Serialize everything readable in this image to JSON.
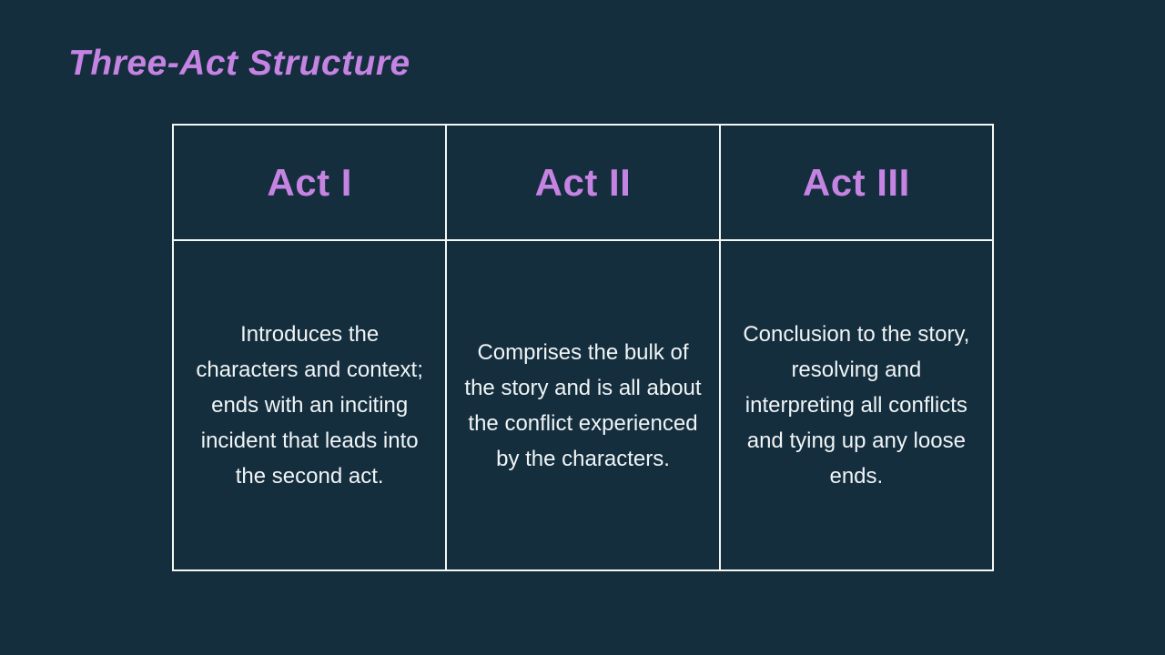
{
  "slide": {
    "title": "Three-Act Structure",
    "table": {
      "columns": [
        {
          "header": "Act I",
          "body": "Introduces the characters and context; ends with an inciting incident that leads into the second act."
        },
        {
          "header": "Act II",
          "body": "Comprises the bulk of the story and is all about the conflict experienced by the characters."
        },
        {
          "header": "Act III",
          "body": "Conclusion to the story, resolving and interpreting all conflicts and tying up any loose ends."
        }
      ]
    },
    "colors": {
      "background": "#142e3d",
      "accent_purple": "#c583e2",
      "body_text": "#f0f4f6",
      "table_border": "#f5f7f2"
    }
  }
}
